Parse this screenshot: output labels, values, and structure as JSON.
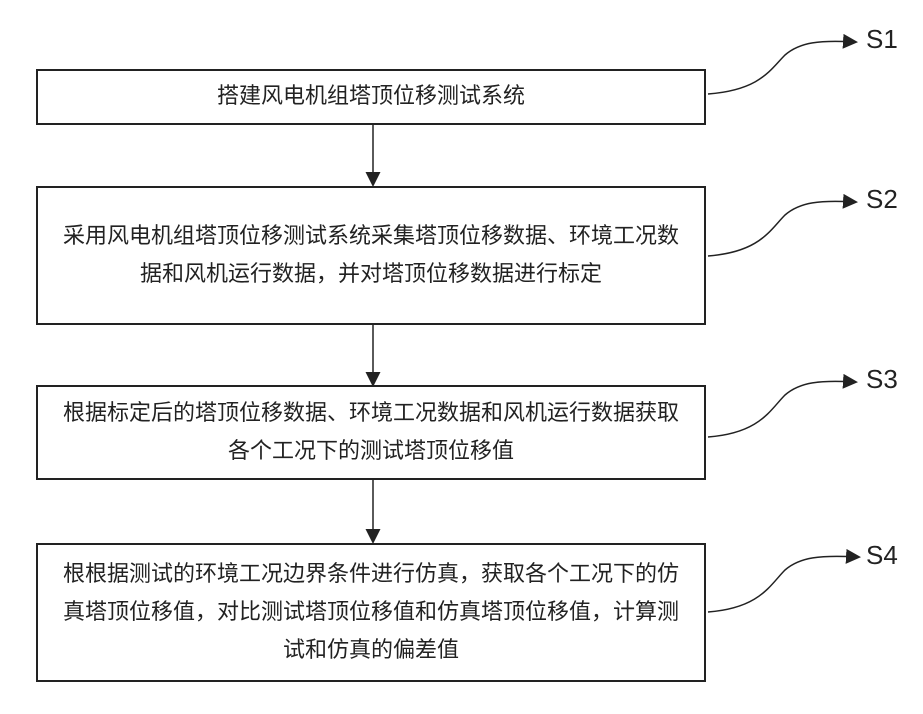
{
  "steps": [
    {
      "id": "S1",
      "text": "搭建风电机组塔顶位移测试系统"
    },
    {
      "id": "S2",
      "text": "采用风电机组塔顶位移测试系统采集塔顶位移数据、环境工况数据和风机运行数据，并对塔顶位移数据进行标定"
    },
    {
      "id": "S3",
      "text": "根据标定后的塔顶位移数据、环境工况数据和风机运行数据获取各个工况下的测试塔顶位移值"
    },
    {
      "id": "S4",
      "text": "根根据测试的环境工况边界条件进行仿真，获取各个工况下的仿真塔顶位移值，对比测试塔顶位移值和仿真塔顶位移值，计算测试和仿真的偏差值"
    }
  ]
}
